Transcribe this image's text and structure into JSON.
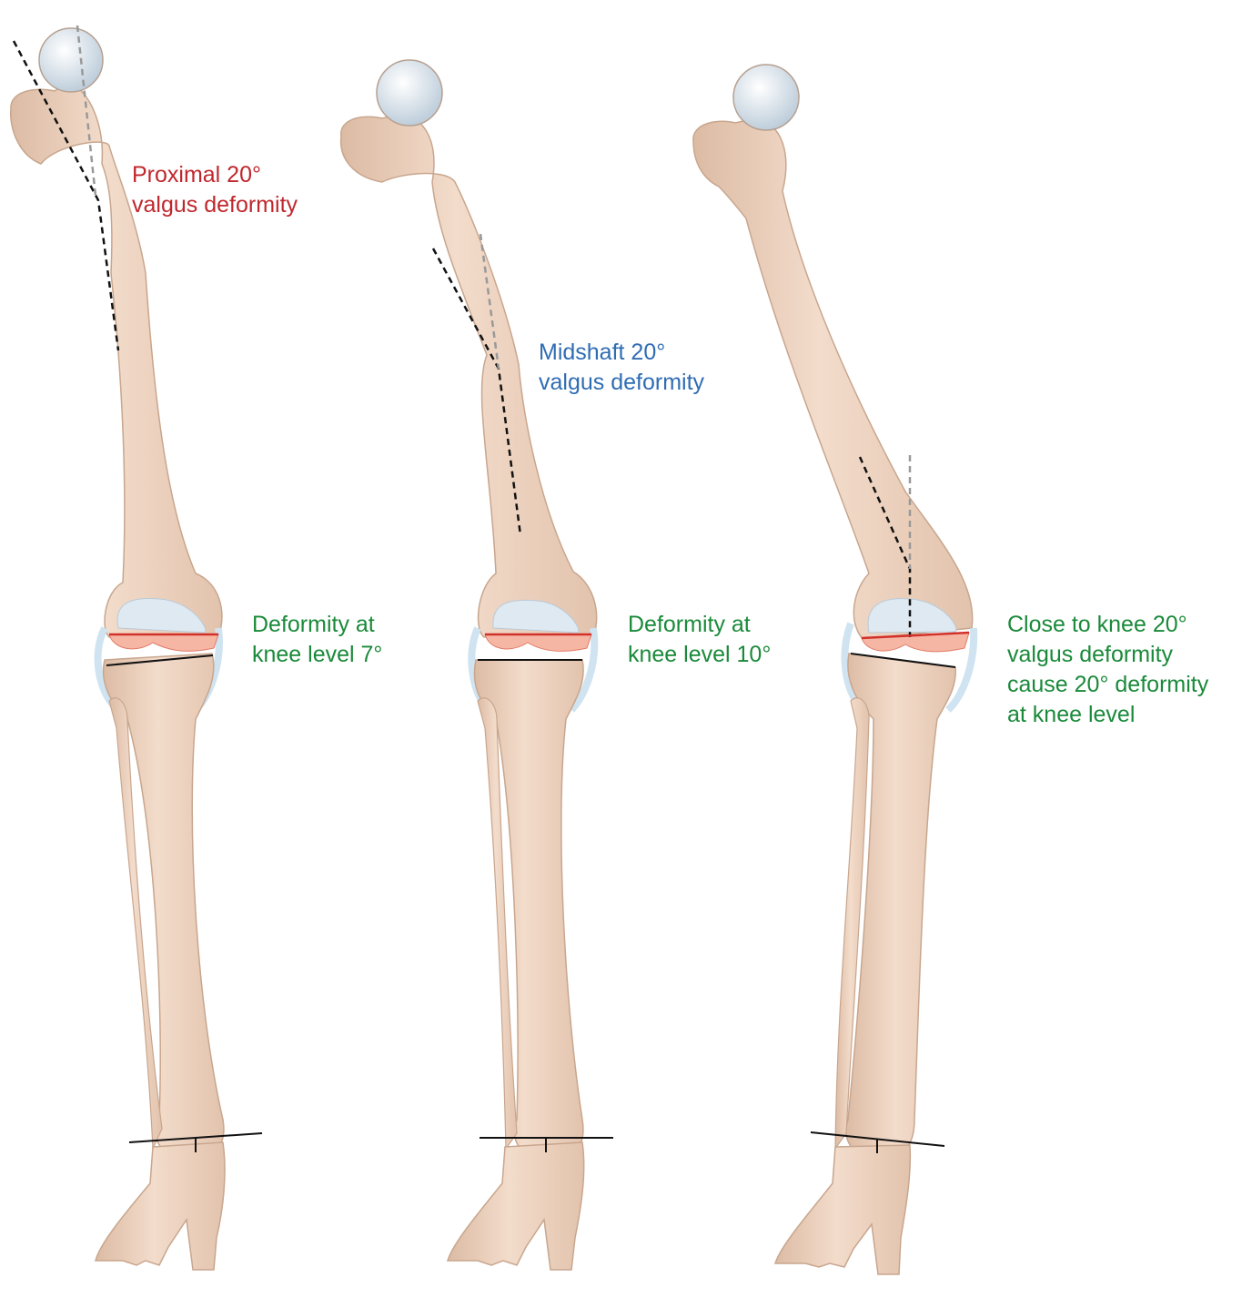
{
  "colors": {
    "red": "#c0272d",
    "blue": "#2f6db3",
    "green": "#1a8a3a",
    "bone": "#efd6c3",
    "cartilage": "#dfe9f1"
  },
  "legs": [
    {
      "top_label": {
        "lines": [
          "Proximal 20°",
          "valgus deformity"
        ],
        "color": "#c0272d"
      },
      "knee_label": {
        "lines": [
          "Deformity at",
          "knee level 7°"
        ],
        "color": "#1a8a3a"
      }
    },
    {
      "top_label": {
        "lines": [
          "Midshaft 20°",
          "valgus deformity"
        ],
        "color": "#2f6db3"
      },
      "knee_label": {
        "lines": [
          "Deformity at",
          "knee level 10°"
        ],
        "color": "#1a8a3a"
      }
    },
    {
      "knee_label": {
        "lines": [
          "Close to knee 20°",
          "valgus deformity",
          "cause 20° deformity",
          "at knee level"
        ],
        "color": "#1a8a3a"
      }
    }
  ]
}
